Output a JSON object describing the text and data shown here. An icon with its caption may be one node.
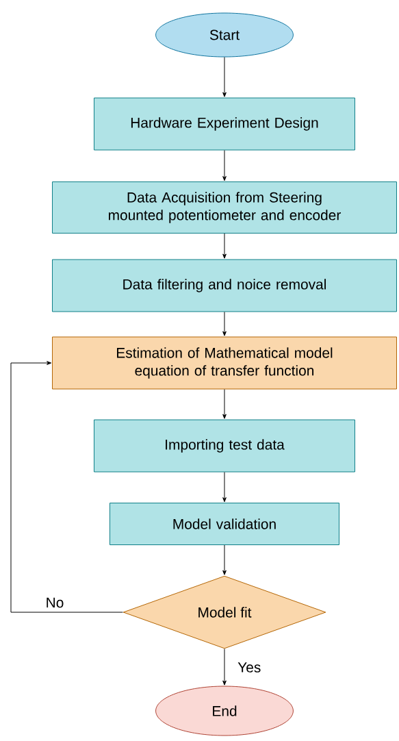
{
  "diagram": {
    "nodes": [
      {
        "text": [
          "Start"
        ]
      },
      {
        "text": [
          "Hardware Experiment Design"
        ]
      },
      {
        "text": [
          "Data Acquisition from Steering mounted potentiometer and encoder"
        ]
      },
      {
        "text": [
          "Data filtering and noice removal"
        ]
      },
      {
        "text": [
          "Estimation of Mathematical model equation of transfer function"
        ]
      },
      {
        "text": [
          "Importing test data"
        ]
      },
      {
        "text": [
          "Model validation"
        ]
      },
      {
        "text": [
          "Model fit"
        ]
      },
      {
        "text": [
          "End"
        ]
      }
    ],
    "edges": [
      {
        "from": 0,
        "to": 1,
        "arrow": "to"
      },
      {
        "from": 1,
        "to": 2,
        "arrow": "to"
      },
      {
        "from": 2,
        "to": 3,
        "arrow": "to"
      },
      {
        "from": 3,
        "to": 4,
        "arrow": "to"
      },
      {
        "from": 4,
        "to": 5,
        "arrow": "to"
      },
      {
        "from": 5,
        "to": 6,
        "arrow": "to"
      },
      {
        "from": 6,
        "to": 7,
        "arrow": "to"
      },
      {
        "from": 7,
        "to": 8,
        "arrow": "to",
        "label": "Yes"
      },
      {
        "from": 7,
        "to": 4,
        "arrow": "to",
        "label": "No"
      }
    ]
  }
}
